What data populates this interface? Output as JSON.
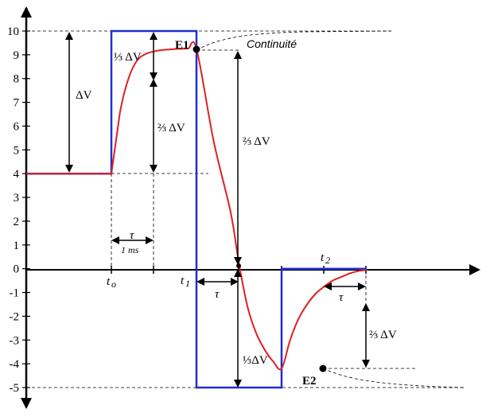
{
  "chart_data": {
    "type": "line",
    "title": "",
    "xlabel": "",
    "ylabel": "",
    "ylim": [
      -5,
      10
    ],
    "yticks": [
      "10",
      "9",
      "8",
      "7",
      "6",
      "5",
      "4",
      "3",
      "2",
      "1",
      "0",
      "-1",
      "-2",
      "-3",
      "-4",
      "-5"
    ],
    "grid": false,
    "series": [
      {
        "id": "input-square",
        "color": "#1f2fd0",
        "points": [
          [
            0,
            4
          ],
          [
            1,
            4
          ],
          [
            1,
            10
          ],
          [
            2,
            10
          ],
          [
            2,
            -5
          ],
          [
            3,
            -5
          ],
          [
            3,
            0
          ],
          [
            4,
            0
          ]
        ]
      },
      {
        "id": "response",
        "color": "#e02020",
        "points": [
          [
            0,
            4
          ],
          [
            1,
            4
          ],
          [
            1.1,
            6.55
          ],
          [
            1.2,
            7.99
          ],
          [
            1.3,
            8.75
          ],
          [
            1.4,
            9.03
          ],
          [
            1.5,
            9.14
          ],
          [
            1.6,
            9.2
          ],
          [
            1.7,
            9.23
          ],
          [
            1.8,
            9.25
          ],
          [
            1.9,
            9.26
          ],
          [
            2,
            9.26
          ],
          [
            2.2,
            5.4
          ],
          [
            2.4,
            2.4
          ],
          [
            2.5,
            0.2
          ],
          [
            2.6,
            -1.6
          ],
          [
            2.7,
            -2.7
          ],
          [
            2.8,
            -3.4
          ],
          [
            2.9,
            -3.9
          ],
          [
            3,
            -4.2
          ],
          [
            3.1,
            -3.0
          ],
          [
            3.2,
            -2.1
          ],
          [
            3.3,
            -1.5
          ],
          [
            3.4,
            -1.05
          ],
          [
            3.5,
            -0.75
          ],
          [
            3.6,
            -0.5
          ],
          [
            3.7,
            -0.35
          ],
          [
            3.8,
            -0.2
          ],
          [
            3.9,
            -0.1
          ],
          [
            4,
            -0.05
          ]
        ]
      }
    ],
    "x_labels": {
      "t0": "t",
      "t0_sub": "o",
      "t1": "t",
      "t1_sub": "1",
      "t2": "t",
      "t2_sub": "2"
    },
    "annotations": {
      "delta_v": "ΔV",
      "third_dv_top": "⅓ ΔV",
      "two_thirds_dv_left": "⅔ ΔV",
      "two_thirds_dv_mid": "⅔ ΔV",
      "third_dv_bottom": "⅓ΔV",
      "two_thirds_dv_right": "⅔ ΔV",
      "tau_1": "τ",
      "tau_1_note": "1 ms",
      "tau_2": "τ",
      "tau_3": "τ",
      "e1": "E1",
      "e2": "E2",
      "continuity": "Continuité"
    }
  }
}
